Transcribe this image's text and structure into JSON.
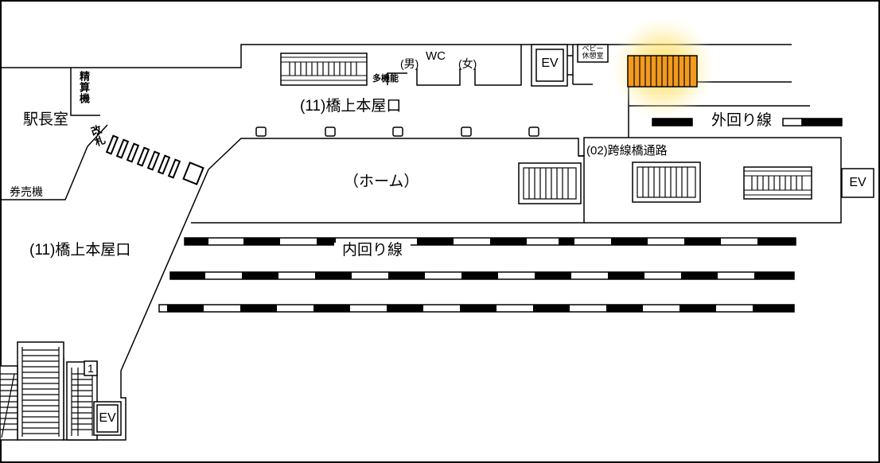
{
  "labels": {
    "station_master": "駅長室",
    "ticket_machine": "券売機",
    "fare_adjust": "精算機",
    "ticket_gate": "改札",
    "exit_platform": "(11)橋上本屋口",
    "exit_left": "(11)橋上本屋口",
    "home": "（ホーム）",
    "bridge": "(02)跨線橋通路",
    "outer_line": "外回り線",
    "inner_line": "内回り線",
    "wc": "WC",
    "wc_men": "(男)",
    "wc_women": "(女)",
    "multipurpose": "多機能",
    "baby_room_1": "ベビー",
    "baby_room_2": "休憩室",
    "ev_top": "EV",
    "ev_right": "EV",
    "ev_bottom": "EV",
    "badge_1": "1"
  },
  "colors": {
    "highlight": "#f39a1e",
    "glow": "#ffd84a",
    "line": "#000000",
    "background": "#ffffff"
  },
  "icons": [
    "escalator-icon",
    "stairs-icon",
    "elevator-icon",
    "bench-icon",
    "ticket-gate-icon"
  ]
}
